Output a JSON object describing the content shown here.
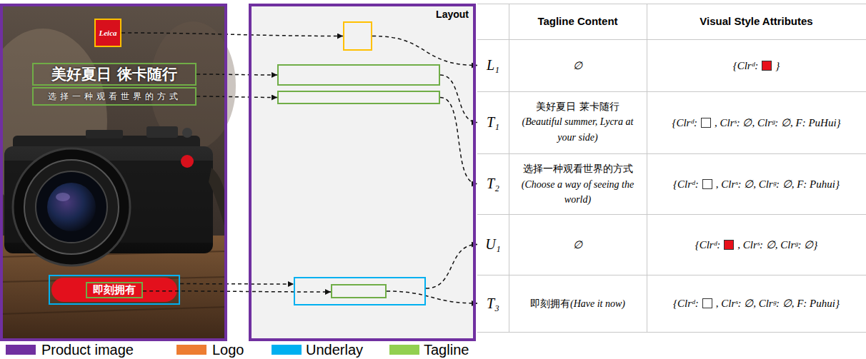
{
  "diagram": {
    "nodes": [
      {
        "text": []
      },
      {
        "text": [
          "Leica"
        ],
        "in": 0
      },
      {
        "text": [
          "美好夏日 徕卡随行"
        ],
        "in": 0
      },
      {
        "text": [
          "选择一种观看世界的方式"
        ],
        "in": 0
      },
      {
        "text": [],
        "in": 0
      },
      {
        "text": [
          "即刻拥有"
        ],
        "in": 4
      },
      {
        "text": [
          "Layout"
        ]
      },
      {
        "text": [],
        "in": 6
      },
      {
        "text": [],
        "in": 6
      },
      {
        "text": [],
        "in": 6
      },
      {
        "text": [],
        "in": 6
      },
      {
        "text": [],
        "in": 10
      },
      {
        "text": [
          "L₁"
        ]
      },
      {
        "text": [
          "T₁"
        ]
      },
      {
        "text": [
          "T₂"
        ]
      },
      {
        "text": [
          "U₁"
        ]
      },
      {
        "text": [
          "T₃"
        ]
      }
    ],
    "edges": [
      {
        "from": 1,
        "to": 7,
        "arrow": "to"
      },
      {
        "from": 2,
        "to": 8,
        "arrow": "to"
      },
      {
        "from": 3,
        "to": 9,
        "arrow": "to"
      },
      {
        "from": 4,
        "to": 10,
        "arrow": "to"
      },
      {
        "from": 5,
        "to": 11,
        "arrow": "to"
      },
      {
        "from": 7,
        "to": 12,
        "arrow": "to"
      },
      {
        "from": 8,
        "to": 13,
        "arrow": "to"
      },
      {
        "from": 9,
        "to": 14,
        "arrow": "to"
      },
      {
        "from": 10,
        "to": 15,
        "arrow": "to"
      },
      {
        "from": 11,
        "to": 16,
        "arrow": "to"
      }
    ],
    "labels": [
      "Tagline Content",
      "Visual Style Attributes",
      "∅",
      "{Clrᵈ:",
      "}",
      "美好夏日 莱卡随行",
      "(Beautiful summer, Lycra at your side)",
      "{Clrᵈ:",
      ", Clrˢ: ∅, Clrᵍ: ∅, F: PuHui}",
      "选择一种观看世界的方式",
      "(Choose a way of seeing the world)",
      "{Clrᵈ:",
      ", Clrˢ: ∅, Clrᵍ: ∅, F: Puhui}",
      "∅",
      "{Clrᵈ:",
      ", Clrˢ: ∅, Clrᵍ: ∅}",
      "即刻拥有",
      "(Have it now)",
      "{Clrᵈ:",
      ", Clrˢ: ∅, Clrᵍ: ∅, F: Puhui}"
    ],
    "legend": [
      {
        "text": "Product image",
        "color": "#7030A0"
      },
      {
        "text": "Logo",
        "color": "#ED7D31"
      },
      {
        "text": "Underlay",
        "color": "#00B0F0"
      },
      {
        "text": "Tagline",
        "color": "#92D050"
      }
    ]
  }
}
